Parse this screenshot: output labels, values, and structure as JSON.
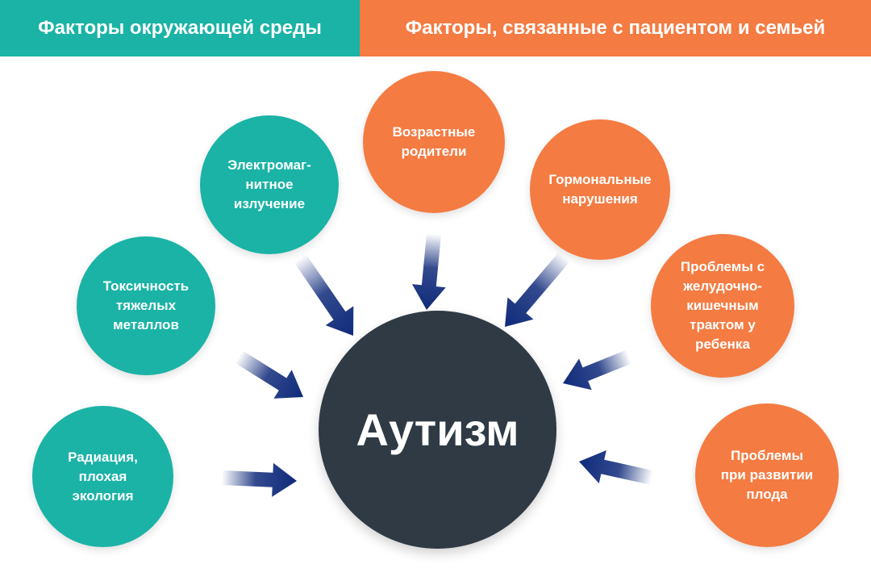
{
  "colors": {
    "teal": "#1ab3a6",
    "orange": "#f47b42",
    "center": "#2f3a45",
    "arrow": "#0f2a7a"
  },
  "header": {
    "left": "Факторы окружающей среды",
    "right": "Факторы, связанные с пациентом и семьей"
  },
  "center": {
    "label": "Аутизм"
  },
  "environment_factors": [
    {
      "label": "Электромаг-\nнитное\nизлучение"
    },
    {
      "label": "Токсичность\nтяжелых\nметаллов"
    },
    {
      "label": "Радиация,\nплохая\nэкология"
    }
  ],
  "patient_factors": [
    {
      "label": "Возрастные\nродители"
    },
    {
      "label": "Гормональные\nнарушения"
    },
    {
      "label": "Проблемы с\nжелудочно-\nкишечным\nтрактом у\nребенка"
    },
    {
      "label": "Проблемы\nпри развитии\nплода"
    }
  ]
}
